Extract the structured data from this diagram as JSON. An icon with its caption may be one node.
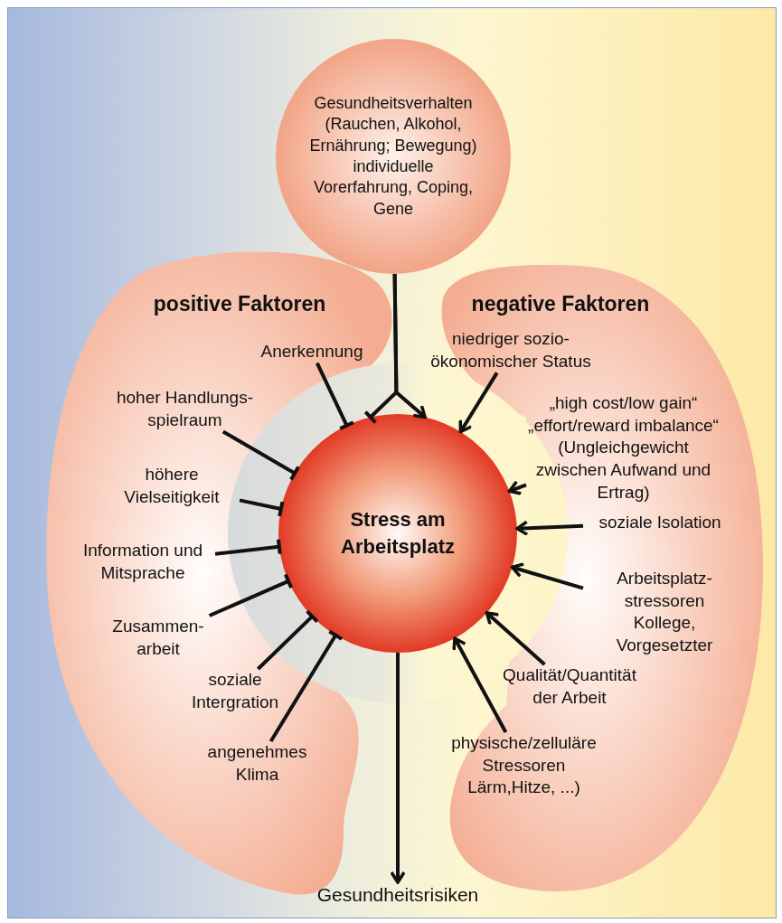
{
  "diagram": {
    "nodes": [
      {
        "text": [
          "Gesundheitsverhalten (Rauchen, Alkohol, Ernährung; Bewegung)",
          "individuelle Vorerfahrung, Coping, Gene"
        ]
      },
      {
        "text": [
          "positive Faktoren"
        ]
      },
      {
        "text": [
          "Anerkennung"
        ],
        "in": 1
      },
      {
        "text": [
          "hoher Handlungs- spielraum"
        ],
        "in": 1
      },
      {
        "text": [
          "höhere Vielseitigkeit"
        ],
        "in": 1
      },
      {
        "text": [
          "Information und Mitsprache"
        ],
        "in": 1
      },
      {
        "text": [
          "Zusammen- arbeit"
        ],
        "in": 1
      },
      {
        "text": [
          "soziale Intergration"
        ],
        "in": 1
      },
      {
        "text": [
          "angenehmes Klima"
        ],
        "in": 1
      },
      {
        "text": [
          "negative Faktoren"
        ]
      },
      {
        "text": [
          "niedriger sozio- ökonomischer Status"
        ],
        "in": 9
      },
      {
        "text": [
          "„high cost/low gain“ „effort/reward imbalance“ (Ungleichgewicht zwischen Aufwand und Ertrag)"
        ],
        "in": 9
      },
      {
        "text": [
          "soziale Isolation"
        ],
        "in": 9
      },
      {
        "text": [
          "Arbeitsplatz- stressoren",
          "Kollege, Vorgesetzter"
        ],
        "in": 9
      },
      {
        "text": [
          "Qualität/Quantität der Arbeit"
        ],
        "in": 9
      },
      {
        "text": [
          "physische/zelluläre Stressoren",
          "Lärm,Hitze, ...)"
        ],
        "in": 9
      },
      {
        "text": [
          "Stress am Arbeitsplatz"
        ]
      },
      {
        "text": [
          "Gesundheitsrisiken"
        ]
      }
    ],
    "edges": [
      {
        "from": 0,
        "to": 16,
        "arrow": "other"
      },
      {
        "from": 0,
        "to": 16,
        "arrow": "to"
      },
      {
        "from": 2,
        "to": 16,
        "arrow": "other"
      },
      {
        "from": 3,
        "to": 16,
        "arrow": "other"
      },
      {
        "from": 4,
        "to": 16,
        "arrow": "other"
      },
      {
        "from": 5,
        "to": 16,
        "arrow": "other"
      },
      {
        "from": 6,
        "to": 16,
        "arrow": "other"
      },
      {
        "from": 7,
        "to": 16,
        "arrow": "other"
      },
      {
        "from": 8,
        "to": 16,
        "arrow": "other"
      },
      {
        "from": 10,
        "to": 16,
        "arrow": "to"
      },
      {
        "from": 11,
        "to": 16,
        "arrow": "to"
      },
      {
        "from": 12,
        "to": 16,
        "arrow": "to"
      },
      {
        "from": 13,
        "to": 16,
        "arrow": "to"
      },
      {
        "from": 14,
        "to": 16,
        "arrow": "to"
      },
      {
        "from": 15,
        "to": 16,
        "arrow": "to"
      },
      {
        "from": 16,
        "to": 17,
        "arrow": "to"
      }
    ]
  }
}
